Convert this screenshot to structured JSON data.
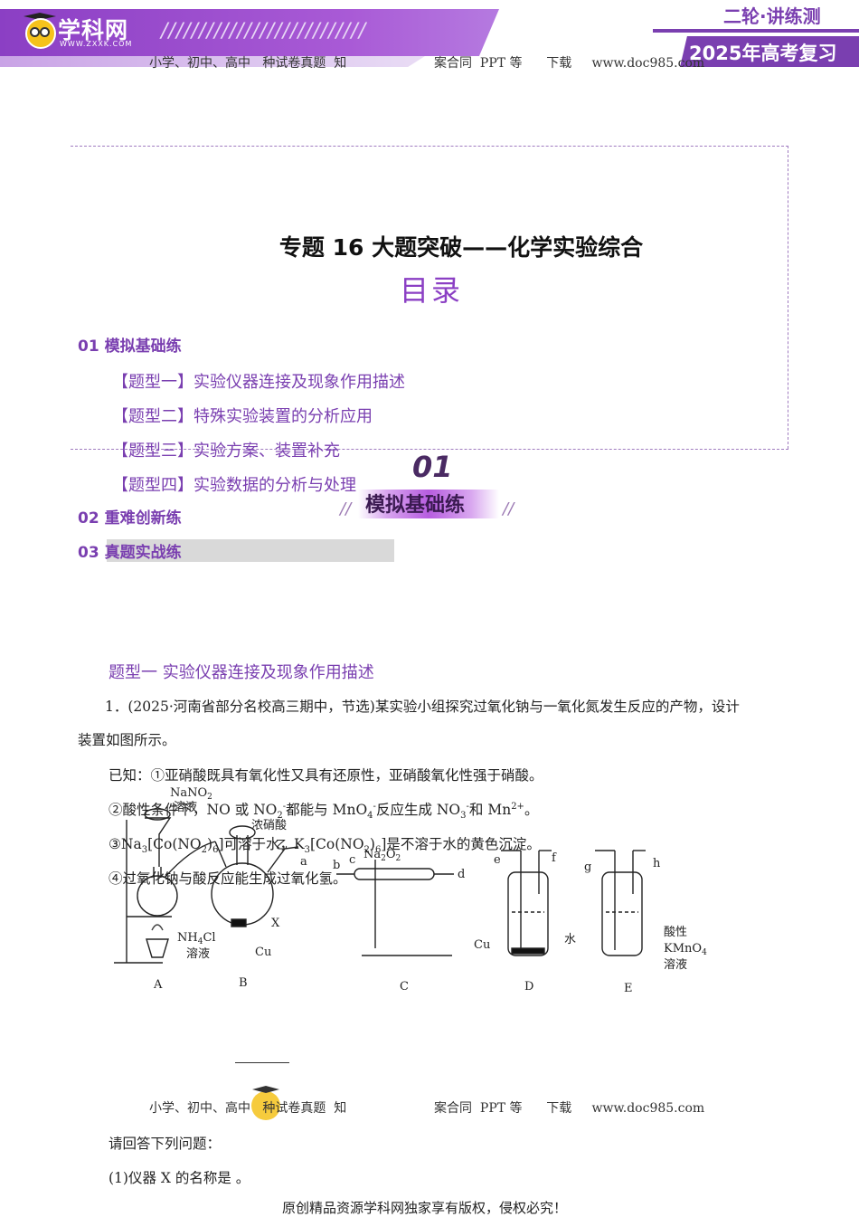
{
  "header": {
    "logo_text": "学科网",
    "logo_url": "WWW.ZXXK.COM",
    "slashes": "///////////////////////////",
    "series_tag": "二轮·讲练测",
    "review_tag": "2025年高考复习",
    "ad_left": "小学、初中、高中   种试卷真题  知",
    "ad_right": "案合同  PPT 等      下载     www.doc985.com"
  },
  "doc": {
    "title": "专题 16  大题突破——化学实验综合",
    "toc_title": "目录"
  },
  "toc": {
    "sections": [
      {
        "label": "01  模拟基础练"
      },
      {
        "label": "02  重难创新练"
      },
      {
        "label": "03  真题实战练"
      }
    ],
    "subs": [
      {
        "label": "【题型一】实验仪器连接及现象作用描述"
      },
      {
        "label": "【题型二】特殊实验装置的分析应用"
      },
      {
        "label": "【题型三】实验方案、装置补充"
      },
      {
        "label": "【题型四】实验数据的分析与处理"
      }
    ]
  },
  "badge": {
    "num": "01",
    "text": "模拟基础练",
    "slash": "//"
  },
  "question": {
    "type_title": "题型一   实验仪器连接及现象作用描述",
    "line1": "1．(2025·河南省部分名校高三期中，节选)某实验小组探究过氧化钠与一氧化氮发生反应的产物，设计",
    "line2": "装置如图所示。",
    "known1": "已知：①亚硝酸既具有氧化性又具有还原性，亚硝酸氧化性强于硝酸。",
    "known2_a": "②酸性条件下，NO 或  NO",
    "known2_sub": "2",
    "known2_b": "都能与  MnO",
    "known2_c": "反应生成  NO",
    "known2_d": "和  Mn",
    "known2_sup": "2+",
    "known2_end": "。",
    "known3_a": "③Na",
    "known3_b": "[Co(NO",
    "known3_c": ")",
    "known3_d": "]可溶于水，K",
    "known3_e": "[Co(NO",
    "known3_f": ")",
    "known3_g": "]是不溶于水的黄色沉淀。",
    "known4": "④过氧化钠与酸反应能生成过氧化氢。",
    "ask": "请回答下列问题：",
    "q1": "(1)仪器  X 的名称是            。"
  },
  "figure": {
    "labels": {
      "nano2": "NaNO",
      "nano2_sub": "2",
      "nano2_sol": "溶液",
      "conc_acid": "浓硝酸",
      "yi": "乙",
      "a": "a",
      "b": "b",
      "c": "c",
      "d": "d",
      "e": "e",
      "f": "f",
      "g": "g",
      "h": "h",
      "na2o2": "Na",
      "na2o2_sub": "2",
      "na2o2_o": "O",
      "na2o2_sub2": "2",
      "nh4cl": "NH",
      "nh4cl_sub": "4",
      "nh4cl_cl": "Cl",
      "nh4cl_sol": "溶液",
      "cu_b": "Cu",
      "x": "X",
      "cu_d": "Cu",
      "water": "水",
      "acidic": "酸性",
      "kmno4": "KMnO",
      "kmno4_sub": "4",
      "kmno4_sol": "溶液",
      "A": "A",
      "B": "B",
      "C": "C",
      "D": "D",
      "E": "E"
    }
  },
  "footer": {
    "ad_left": "小学、初中、高中   种试卷真题  知",
    "ad_right": "案合同  PPT 等      下载     www.doc985.com",
    "copyright": "原创精品资源学科网独家享有版权，侵权必究！"
  }
}
